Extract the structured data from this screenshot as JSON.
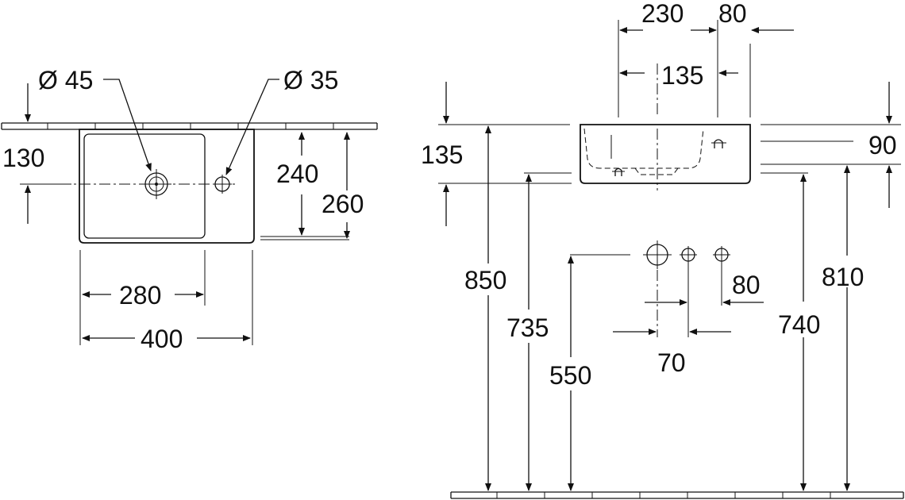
{
  "labels": {
    "hole_tap": "Ø 45",
    "hole_overflow": "Ø 35",
    "plan_depth_130": "130",
    "plan_bowl_240": "240",
    "plan_depth_260": "260",
    "plan_bowl_280": "280",
    "plan_width_400": "400",
    "side_230": "230",
    "side_80_top": "80",
    "side_135_top": "135",
    "side_135_left": "135",
    "side_90": "90",
    "height_850": "850",
    "height_735": "735",
    "height_550": "550",
    "spacing_80": "80",
    "spacing_70": "70",
    "height_740": "740",
    "height_810": "810"
  }
}
